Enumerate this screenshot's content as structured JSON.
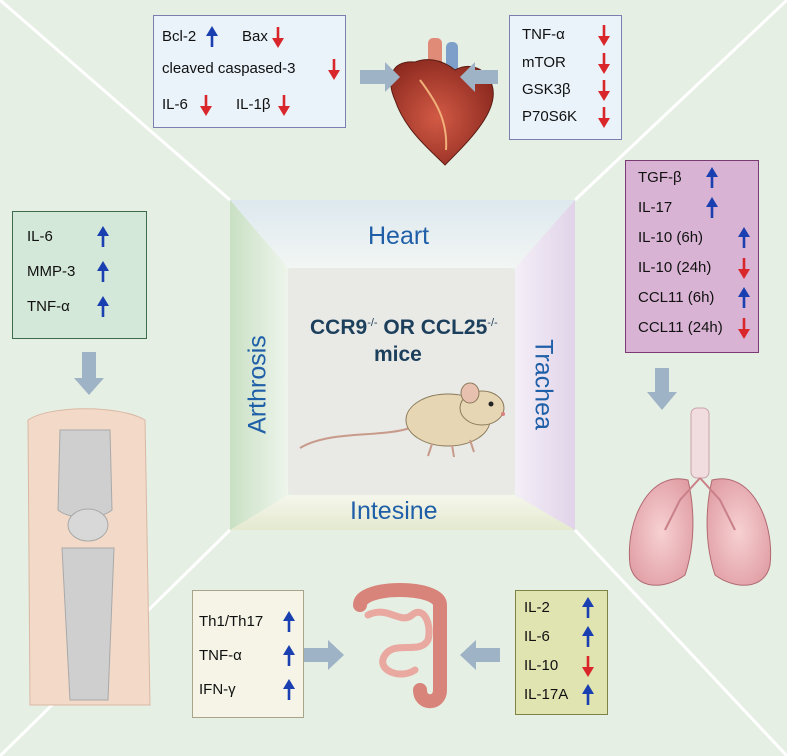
{
  "center": {
    "line1_a": "CCR9",
    "line1_sup_a": "-/-",
    "line1_mid": "OR",
    "line1_b": "CCL25",
    "line1_sup_b": "-/-",
    "line2": "mice"
  },
  "organs": {
    "heart": "Heart",
    "trachea": "Trachea",
    "intestine": "Intesine",
    "arthrosis": "Arthrosis"
  },
  "heart_left_box": {
    "items": [
      {
        "label": "Bcl-2",
        "dir": "up"
      },
      {
        "label": "Bax",
        "dir": "down"
      },
      {
        "label": "cleaved caspased-3",
        "dir": "down"
      },
      {
        "label": "IL-6",
        "dir": "down"
      },
      {
        "label": "IL-1β",
        "dir": "down"
      }
    ]
  },
  "heart_right_box": {
    "items": [
      {
        "label": "TNF-α",
        "dir": "down"
      },
      {
        "label": "mTOR",
        "dir": "down"
      },
      {
        "label": "GSK3β",
        "dir": "down"
      },
      {
        "label": "P70S6K",
        "dir": "down"
      }
    ]
  },
  "trachea_box": {
    "items": [
      {
        "label": "TGF-β",
        "dir": "up"
      },
      {
        "label": "IL-17",
        "dir": "up"
      },
      {
        "label": "IL-10 (6h)",
        "dir": "up"
      },
      {
        "label": "IL-10 (24h)",
        "dir": "down"
      },
      {
        "label": "CCL11 (6h)",
        "dir": "up"
      },
      {
        "label": "CCL11 (24h)",
        "dir": "down"
      }
    ]
  },
  "arthrosis_box": {
    "items": [
      {
        "label": "IL-6",
        "dir": "up"
      },
      {
        "label": "MMP-3",
        "dir": "up"
      },
      {
        "label": "TNF-α",
        "dir": "up"
      }
    ]
  },
  "intestine_left_box": {
    "items": [
      {
        "label": "Th1/Th17",
        "dir": "up"
      },
      {
        "label": "TNF-α",
        "dir": "up"
      },
      {
        "label": "IFN-γ",
        "dir": "up"
      }
    ]
  },
  "intestine_right_box": {
    "items": [
      {
        "label": "IL-2",
        "dir": "up"
      },
      {
        "label": "IL-6",
        "dir": "up"
      },
      {
        "label": "IL-10",
        "dir": "down"
      },
      {
        "label": "IL-17A",
        "dir": "up"
      }
    ]
  },
  "colors": {
    "up_arrow": "#1a3fb0",
    "down_arrow": "#d9262b",
    "background": "#e6efe4",
    "heart_box_fill": "#eaf3fa",
    "heart_box_border": "#7b7fb0",
    "trachea_box_fill": "#d9b3d4",
    "arthrosis_box_fill": "#d4e8d9",
    "intestine_left_fill": "#f5f4e6",
    "intestine_right_fill": "#e0e4b0",
    "organ_label": "#1f5fa8"
  }
}
